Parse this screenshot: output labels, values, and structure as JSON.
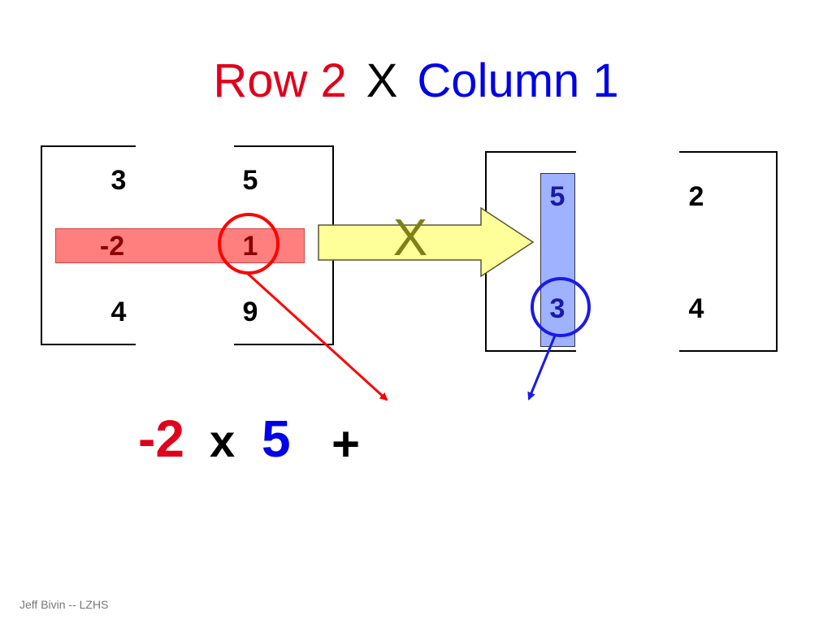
{
  "title": {
    "part1": "Row 2",
    "part2": "X",
    "part3": "Column 1"
  },
  "matrix_a": {
    "r1": [
      "3",
      "5"
    ],
    "r2": [
      "-2",
      "1"
    ],
    "r3": [
      "4",
      "9"
    ]
  },
  "matrix_b": {
    "r1": [
      "5",
      "2"
    ],
    "r2": [
      "3",
      "4"
    ]
  },
  "operator_x": "X",
  "expression": {
    "a": "-2",
    "times": "x",
    "b": "5",
    "plus": "+"
  },
  "footer": "Jeff Bivin -- LZHS",
  "colors": {
    "red": "#e0001c",
    "blue": "#0000e8",
    "row_highlight": "#ff7f7f",
    "col_highlight": "#9fb2ff",
    "arrow_fill": "#ffff99",
    "x_olive": "#7f7f1a"
  }
}
